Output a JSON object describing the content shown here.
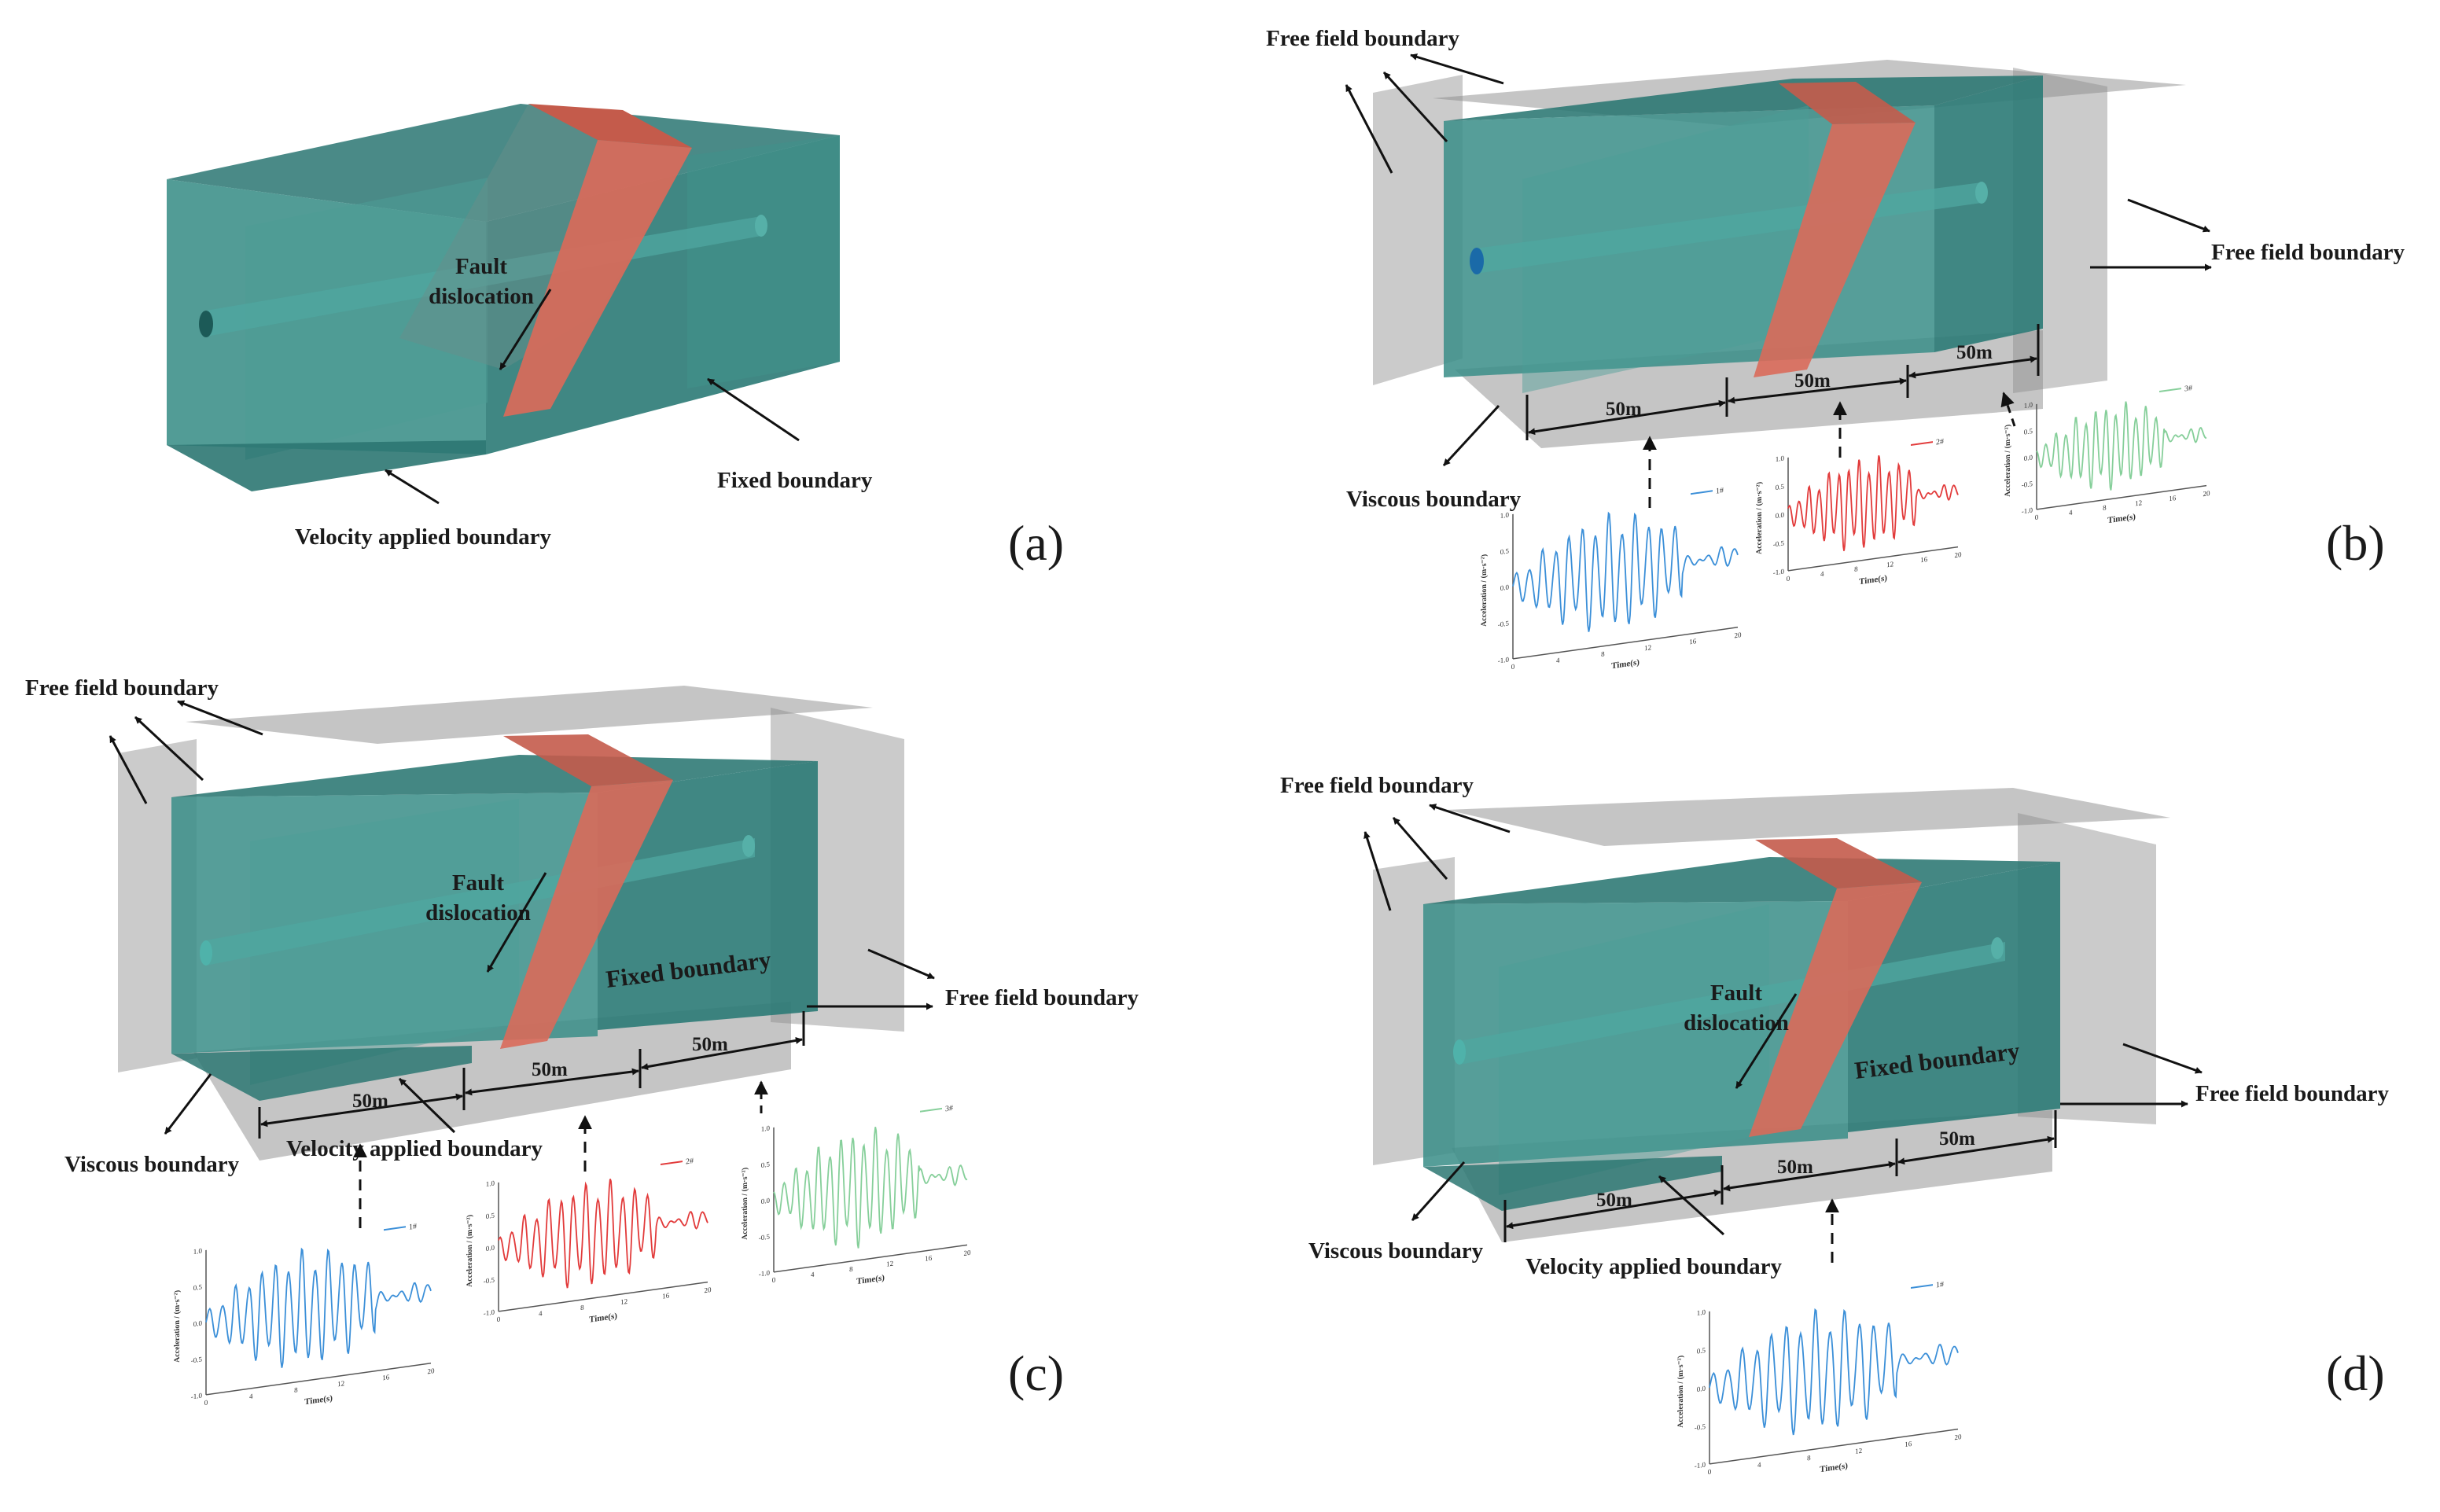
{
  "colors": {
    "block": "#2f7f7a",
    "block_dark": "#1f5e5a",
    "fault": "#d96a5a",
    "boundary": "#8c8c8c",
    "wave1": "#3b8fd8",
    "wave2": "#e23b3b",
    "wave3": "#86cf9a"
  },
  "icons": [
    "arrow-icon",
    "dashed-arrow-icon",
    "tunnel-icon"
  ],
  "panels": {
    "a": {
      "letter": "(a)",
      "fault": "Fault\ndislocation",
      "fixed": "Fixed boundary",
      "velocity": "Velocity applied boundary"
    },
    "b": {
      "letter": "(b)",
      "free_top": "Free field boundary",
      "free_right": "Free field boundary",
      "viscous": "Viscous boundary",
      "dims": [
        "50m",
        "50m",
        "50m"
      ]
    },
    "c": {
      "letter": "(c)",
      "free_top": "Free field boundary",
      "free_right": "Free field boundary",
      "fault": "Fault\ndislocation",
      "fixed": "Fixed boundary",
      "viscous": "Viscous boundary",
      "velocity": "Velocity applied boundary",
      "dims": [
        "50m",
        "50m",
        "50m"
      ]
    },
    "d": {
      "letter": "(d)",
      "free_top": "Free field boundary",
      "free_right": "Free field boundary",
      "fault": "Fault\ndislocation",
      "fixed": "Fixed boundary",
      "viscous": "Viscous boundary",
      "velocity": "Velocity applied boundary",
      "dims": [
        "50m",
        "50m",
        "50m"
      ]
    }
  },
  "chart_data": [
    {
      "type": "line",
      "panel": "b",
      "legend": "1#",
      "xlabel": "Time(s)",
      "ylabel": "Acceleration / (m·s⁻²)",
      "xticks": [
        "0",
        "4",
        "8",
        "12",
        "16",
        "20"
      ],
      "yticks": [
        "1.0",
        "0.5",
        "0.0",
        "-0.5",
        "-1.0"
      ],
      "ylim": [
        -1.0,
        1.0
      ],
      "xlim": [
        0,
        20
      ]
    },
    {
      "type": "line",
      "panel": "b",
      "legend": "2#",
      "xlabel": "Time(s)",
      "ylabel": "Acceleration / (m·s⁻²)",
      "xticks": [
        "0",
        "4",
        "8",
        "12",
        "16",
        "20"
      ],
      "yticks": [
        "1.0",
        "0.5",
        "0.0",
        "-0.5",
        "-1.0"
      ],
      "ylim": [
        -1.0,
        1.0
      ],
      "xlim": [
        0,
        20
      ]
    },
    {
      "type": "line",
      "panel": "b",
      "legend": "3#",
      "xlabel": "Time(s)",
      "ylabel": "Acceleration / (m·s⁻²)",
      "xticks": [
        "0",
        "4",
        "8",
        "12",
        "16",
        "20"
      ],
      "yticks": [
        "1.0",
        "0.5",
        "0.0",
        "-0.5",
        "-1.0"
      ],
      "ylim": [
        -1.0,
        1.0
      ],
      "xlim": [
        0,
        20
      ]
    },
    {
      "type": "line",
      "panel": "c",
      "legend": "1#",
      "xlabel": "Time(s)",
      "ylabel": "Acceleration / (m·s⁻²)",
      "xticks": [
        "0",
        "4",
        "8",
        "12",
        "16",
        "20"
      ],
      "yticks": [
        "1.0",
        "0.5",
        "0.0",
        "-0.5",
        "-1.0"
      ],
      "ylim": [
        -1.0,
        1.0
      ],
      "xlim": [
        0,
        20
      ]
    },
    {
      "type": "line",
      "panel": "c",
      "legend": "2#",
      "xlabel": "Time(s)",
      "ylabel": "Acceleration / (m·s⁻²)",
      "xticks": [
        "0",
        "4",
        "8",
        "12",
        "16",
        "20"
      ],
      "yticks": [
        "1.0",
        "0.5",
        "0.0",
        "-0.5",
        "-1.0"
      ],
      "ylim": [
        -1.0,
        1.0
      ],
      "xlim": [
        0,
        20
      ]
    },
    {
      "type": "line",
      "panel": "c",
      "legend": "3#",
      "xlabel": "Time(s)",
      "ylabel": "Acceleration / (m·s⁻²)",
      "xticks": [
        "0",
        "4",
        "8",
        "12",
        "16",
        "20"
      ],
      "yticks": [
        "1.0",
        "0.5",
        "0.0",
        "-0.5",
        "-1.0"
      ],
      "ylim": [
        -1.0,
        1.0
      ],
      "xlim": [
        0,
        20
      ]
    },
    {
      "type": "line",
      "panel": "d",
      "legend": "1#",
      "xlabel": "Time(s)",
      "ylabel": "Acceleration / (m·s⁻²)",
      "xticks": [
        "0",
        "4",
        "8",
        "12",
        "16",
        "20"
      ],
      "yticks": [
        "1.0",
        "0.5",
        "0.0",
        "-0.5",
        "-1.0"
      ],
      "ylim": [
        -1.0,
        1.0
      ],
      "xlim": [
        0,
        20
      ]
    }
  ]
}
